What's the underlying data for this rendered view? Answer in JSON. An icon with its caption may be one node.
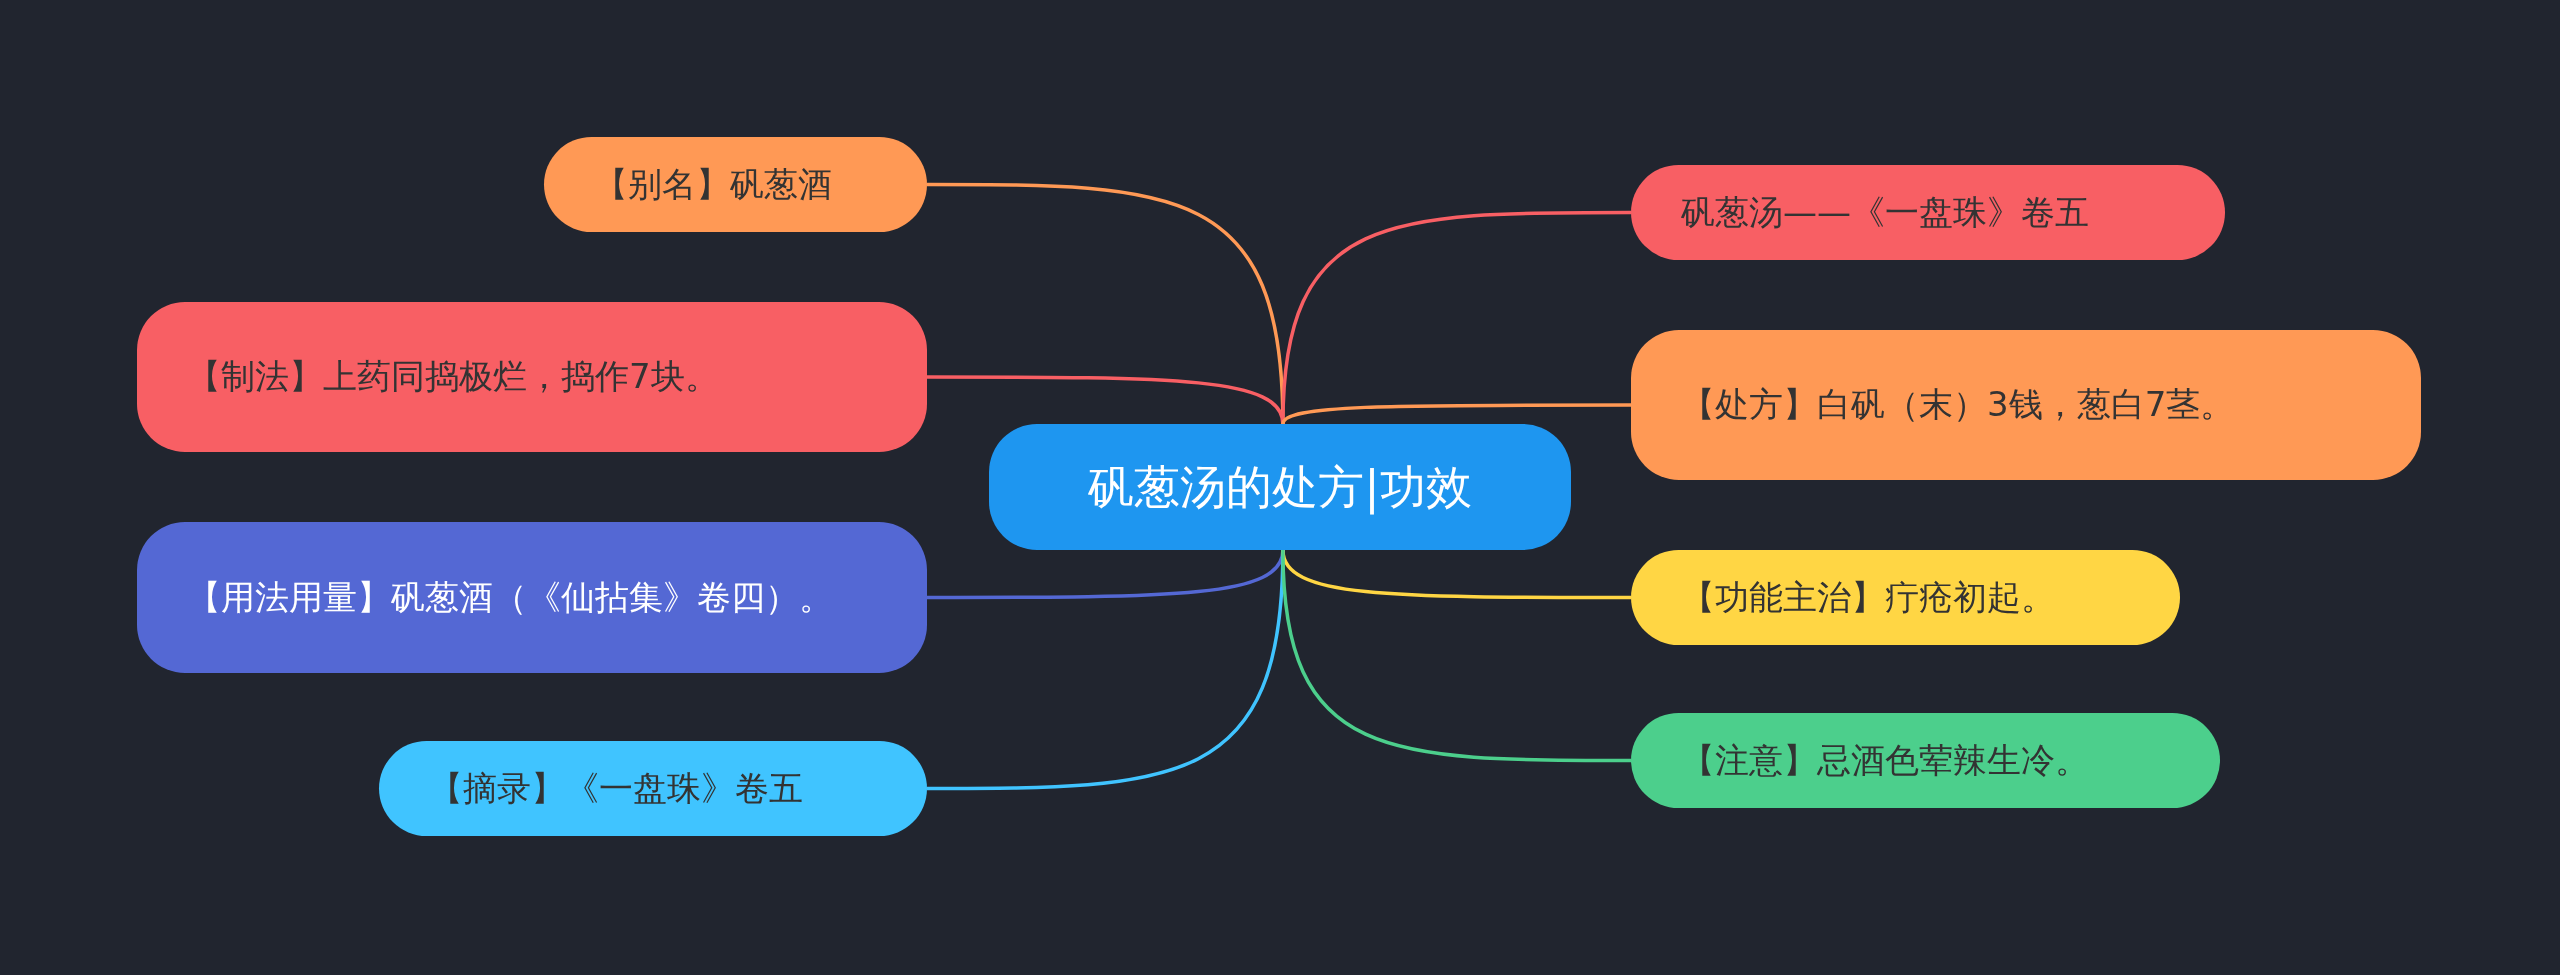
{
  "diagram": {
    "nodes": [
      {
        "text": [
          "矾葱汤的处方|功效"
        ]
      },
      {
        "text": [
          "【别名】矾葱酒"
        ]
      },
      {
        "text": [
          "【制法】上药同捣极烂，捣作7块。"
        ]
      },
      {
        "text": [
          "【用法用量】矾葱酒（《仙拈集》卷四）。"
        ]
      },
      {
        "text": [
          "【摘录】《一盘珠》卷五"
        ]
      },
      {
        "text": [
          "矾葱汤——《一盘珠》卷五"
        ]
      },
      {
        "text": [
          "【处方】白矾（末）3钱，葱白7茎。"
        ]
      },
      {
        "text": [
          "【功能主治】疔疮初起。"
        ]
      },
      {
        "text": [
          "【注意】忌酒色荤辣生冷。"
        ]
      }
    ],
    "edges": [
      {
        "from": 0,
        "to": 1,
        "arrow": "none",
        "color": "#ff9955"
      },
      {
        "from": 0,
        "to": 2,
        "arrow": "none",
        "color": "#f85f64"
      },
      {
        "from": 0,
        "to": 3,
        "arrow": "none",
        "color": "#5468d4"
      },
      {
        "from": 0,
        "to": 4,
        "arrow": "none",
        "color": "#40c4ff"
      },
      {
        "from": 0,
        "to": 5,
        "arrow": "none",
        "color": "#f85f64"
      },
      {
        "from": 0,
        "to": 6,
        "arrow": "none",
        "color": "#ff9955"
      },
      {
        "from": 0,
        "to": 7,
        "arrow": "none",
        "color": "#ffd644"
      },
      {
        "from": 0,
        "to": 8,
        "arrow": "none",
        "color": "#4ccf8c"
      }
    ]
  }
}
